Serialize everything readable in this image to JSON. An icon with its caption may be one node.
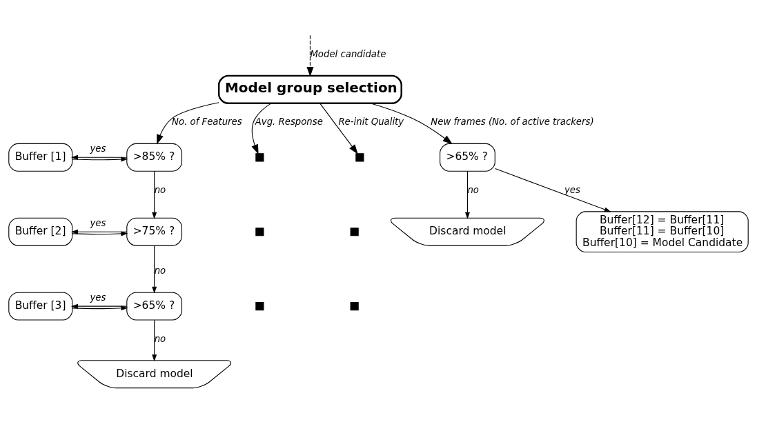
{
  "diagram": {
    "nodes": [
      {
        "text": [
          "Model group selection"
        ]
      },
      {
        "text": [
          "Buffer [1]"
        ]
      },
      {
        "text": [
          ">85% ?"
        ]
      },
      {
        "text": [
          "Buffer [2]"
        ]
      },
      {
        "text": [
          ">75% ?"
        ]
      },
      {
        "text": [
          "Buffer [3]"
        ]
      },
      {
        "text": [
          ">65% ?"
        ]
      },
      {
        "text": [
          "Discard model"
        ]
      },
      {
        "text": [],
        "shape": "box"
      },
      {
        "text": [],
        "shape": "box"
      },
      {
        "text": [],
        "shape": "box"
      },
      {
        "text": [],
        "shape": "box"
      },
      {
        "text": [],
        "shape": "box"
      },
      {
        "text": [],
        "shape": "box"
      },
      {
        "text": [
          ">65% ?"
        ]
      },
      {
        "text": [
          "Discard model"
        ]
      },
      {
        "text": [
          "Buffer[12] = Buffer[11]",
          "Buffer[11] = Buffer[10]",
          "Buffer[10] = Model Candidate"
        ]
      }
    ],
    "edges": [
      {
        "from": null,
        "to": 0,
        "arrow": "to",
        "style": "dashed",
        "label": "Model candidate"
      },
      {
        "from": 0,
        "to": 2,
        "arrow": "to",
        "label": "No. of Features"
      },
      {
        "from": 0,
        "to": 8,
        "arrow": "to",
        "label": "Avg. Response"
      },
      {
        "from": 0,
        "to": 11,
        "arrow": "to",
        "label": "Re-init Quality"
      },
      {
        "from": 0,
        "to": 14,
        "arrow": "to",
        "label": "New frames (No. of active trackers)"
      },
      {
        "from": 1,
        "to": 2,
        "arrow": "to"
      },
      {
        "from": 2,
        "to": 1,
        "arrow": "to",
        "label": "yes"
      },
      {
        "from": 2,
        "to": 4,
        "arrow": "to",
        "label": "no"
      },
      {
        "from": 3,
        "to": 4,
        "arrow": "to"
      },
      {
        "from": 4,
        "to": 3,
        "arrow": "to",
        "label": "yes"
      },
      {
        "from": 4,
        "to": 6,
        "arrow": "to",
        "label": "no"
      },
      {
        "from": 5,
        "to": 6,
        "arrow": "to"
      },
      {
        "from": 6,
        "to": 5,
        "arrow": "to",
        "label": "yes"
      },
      {
        "from": 6,
        "to": 7,
        "arrow": "to",
        "label": "no"
      },
      {
        "from": 14,
        "to": 15,
        "arrow": "to",
        "label": "no"
      },
      {
        "from": 14,
        "to": 16,
        "arrow": "to",
        "label": "yes"
      }
    ]
  }
}
